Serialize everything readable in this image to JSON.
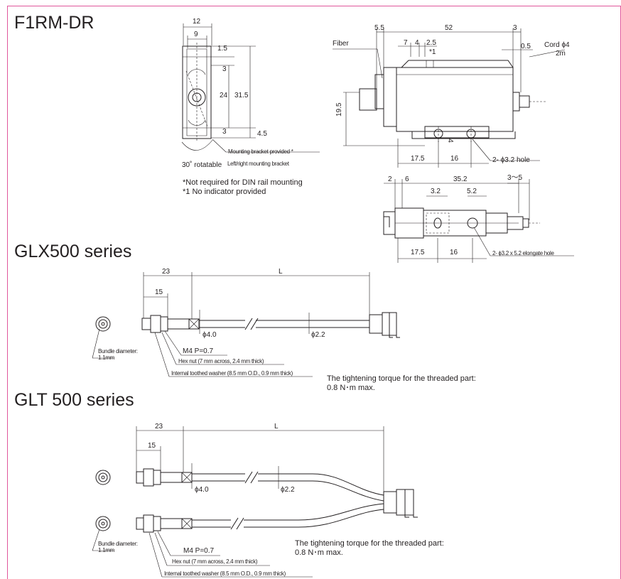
{
  "sections": [
    {
      "title": "F1RM-DR"
    },
    {
      "title": "GLX500 series"
    },
    {
      "title": "GLT 500 series"
    }
  ],
  "f1rm": {
    "front": {
      "d12": "12",
      "d9": "9",
      "d1_5": "1.5",
      "d3a": "3",
      "d24": "24",
      "d31_5": "31.5",
      "d3b": "3",
      "d4_5": "4.5",
      "rotatable": "30˚ rotatable",
      "bracket1": "Mounting bracket provided *",
      "bracket2": "Left/right mounting bracket"
    },
    "side": {
      "fiber": "Fiber",
      "d5_5": "5.5",
      "d52": "52",
      "d3": "3",
      "d7": "7",
      "d4": "4",
      "d2_5": "2.5",
      "star1": "*1",
      "d0_5": "0.5",
      "cord": "Cord ϕ4",
      "cord_len": "2m",
      "d19_5": "19.5",
      "d4v": "4",
      "d17_5": "17.5",
      "d16": "16",
      "hole": "2- ϕ3.2 hole"
    },
    "bottom": {
      "d2": "2",
      "d6": "6",
      "d35_2": "35.2",
      "d3_5": "3〜5",
      "d3_2": "3.2",
      "d5_2": "5.2",
      "d17_5": "17.5",
      "d16": "16",
      "hole": "2- ϕ3.2 x 5.2 elongate hole"
    },
    "notes": [
      "*Not required for DIN rail mounting",
      "*1 No indicator provided"
    ]
  },
  "glx": {
    "d23": "23",
    "L": "L",
    "d15": "15",
    "phi4": "ϕ4.0",
    "phi2_2": "ϕ2.2",
    "bundle1": "Bundle diameter:",
    "bundle2": "1.1mm",
    "m4": "M4 P=0.7",
    "hexnut": "Hex nut (7 mm across, 2.4 mm thick)",
    "washer": "Internal toothed washer (8.5 mm O.D., 0.9 mm thick)",
    "torque1": "The tightening torque for the threaded part:",
    "torque2": "0.8 N･m max."
  },
  "glt": {
    "d23": "23",
    "L": "L",
    "d15": "15",
    "phi4": "ϕ4.0",
    "phi2_2": "ϕ2.2",
    "bundle1": "Bundle diameter:",
    "bundle2": "1.1mm",
    "m4": "M4 P=0.7",
    "hexnut": "Hex nut (7 mm across, 2.4 mm thick)",
    "washer": "Internal toothed washer (8.5 mm O.D., 0.9 mm thick)",
    "torque1": "The tightening torque for the threaded part:",
    "torque2": "0.8 N･m max."
  },
  "colors": {
    "frame": "#e0569b",
    "ink": "#231f20"
  }
}
